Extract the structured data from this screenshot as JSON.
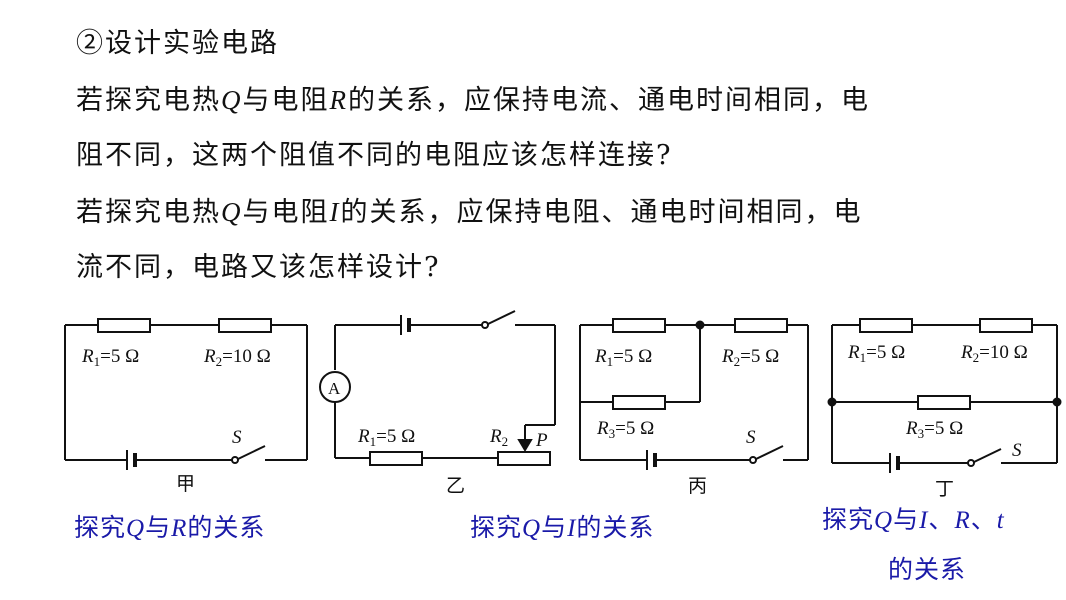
{
  "text": {
    "heading": "②设计实验电路",
    "p1_pre": "若探究电热",
    "p1_q": "Q",
    "p1_mid": "与电阻",
    "p1_r": "R",
    "p1_post": "的关系，应保持电流、通电时间相同，电",
    "p1_line2": "阻不同，这两个阻值不同的电阻应该怎样连接?",
    "p2_pre": "若探究电热",
    "p2_q": "Q",
    "p2_mid": "与电阻",
    "p2_i": "I",
    "p2_post": "的关系，应保持电阻、通电时间相同，电",
    "p2_line2": "流不同，电路又该怎样设计?"
  },
  "circuits": {
    "jia": {
      "r1": "R",
      "r1_sub": "1",
      "r1_val": "=5 Ω",
      "r2": "R",
      "r2_sub": "2",
      "r2_val": "=10 Ω",
      "switch": "S",
      "label": "甲"
    },
    "yi": {
      "ammeter": "A",
      "r1": "R",
      "r1_sub": "1",
      "r1_val": "=5 Ω",
      "r2": "R",
      "r2_sub": "2",
      "slider": "P",
      "label": "乙"
    },
    "bing": {
      "r1": "R",
      "r1_sub": "1",
      "r1_val": "=5 Ω",
      "r2": "R",
      "r2_sub": "2",
      "r2_val": "=5 Ω",
      "r3": "R",
      "r3_sub": "3",
      "r3_val": "=5 Ω",
      "switch": "S",
      "label": "丙"
    },
    "ding": {
      "r1": "R",
      "r1_sub": "1",
      "r1_val": "=5 Ω",
      "r2": "R",
      "r2_sub": "2",
      "r2_val": "=10 Ω",
      "r3": "R",
      "r3_sub": "3",
      "r3_val": "=5 Ω",
      "switch": "S",
      "label": "丁"
    }
  },
  "captions": {
    "c1_pre": "探究",
    "c1_q": "Q",
    "c1_mid": "与",
    "c1_r": "R",
    "c1_post": "的关系",
    "c2_pre": "探究",
    "c2_q": "Q",
    "c2_mid": "与",
    "c2_i": "I",
    "c2_post": "的关系",
    "c3_pre": "探究",
    "c3_q": "Q",
    "c3_mid": "与",
    "c3_i": "I",
    "c3_sep1": "、",
    "c3_r": "R",
    "c3_sep2": "、",
    "c3_t": "t",
    "c3_line2": "的关系"
  },
  "colors": {
    "text": "#111111",
    "caption": "#1a1aa8"
  }
}
